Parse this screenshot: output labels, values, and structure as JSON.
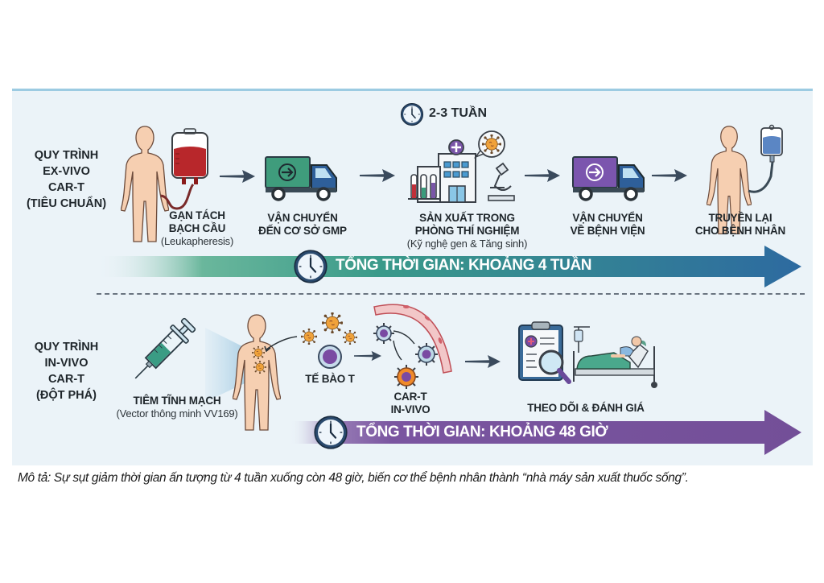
{
  "exvivo": {
    "title_lines": [
      "QUY TRÌNH",
      "EX-VIVO",
      "CAR-T",
      "(TIÊU CHUẨN)"
    ],
    "duration_badge": "2-3 TUẦN",
    "steps": [
      {
        "line1": "GẠN TÁCH",
        "line2": "BẠCH CẦU",
        "note": "(Leukapheresis)",
        "icon": "body-with-blood-bag-icon"
      },
      {
        "line1": "VẬN CHUYỂN",
        "line2": "ĐẾN CƠ SỞ GMP",
        "note": "",
        "icon": "green-truck-icon"
      },
      {
        "line1": "SẢN XUẤT TRONG",
        "line2": "PHÒNG THÍ NGHIỆM",
        "note": "(Kỹ nghệ gen & Tăng sinh)",
        "icon": "laboratory-icon"
      },
      {
        "line1": "VẬN CHUYỂN",
        "line2": "VỀ BỆNH VIỆN",
        "note": "",
        "icon": "purple-truck-icon"
      },
      {
        "line1": "TRUYỀN LẠI",
        "line2": "CHO BỆNH NHÂN",
        "note": "",
        "icon": "body-with-iv-bag-icon"
      }
    ],
    "total_time": "TỔNG THỜI GIAN: KHOẢNG 4 TUẦN",
    "colors": {
      "arrow_start": "#4aa58e",
      "arrow_end": "#2d6b9e"
    }
  },
  "invivo": {
    "title_lines": [
      "QUY TRÌNH",
      "IN-VIVO",
      "CAR-T",
      "(ĐỘT PHÁ)"
    ],
    "steps": [
      {
        "line1": "TIÊM TĨNH MẠCH",
        "note": "(Vector thông minh VV169)",
        "icon": "syringe-icon"
      },
      {
        "line1": "TẾ BÀO T",
        "icon": "t-cell-icon"
      },
      {
        "line1": "CAR-T",
        "line2": "IN-VIVO",
        "icon": "car-t-cell-icon"
      },
      {
        "line1": "THEO DÕI & ĐÁNH GIÁ",
        "icon": "clipboard-and-patient-bed-icon"
      }
    ],
    "total_time": "TỔNG THỜI GIAN: KHOẢNG 48 GIỜ",
    "colors": {
      "arrow": "#75509a"
    }
  },
  "caption": "Mô tả: Sự sụt giảm thời gian ấn tượng từ 4 tuần xuống còn 48 giờ, biến cơ thể bệnh nhân thành “nhà máy sản xuất thuốc sống”."
}
